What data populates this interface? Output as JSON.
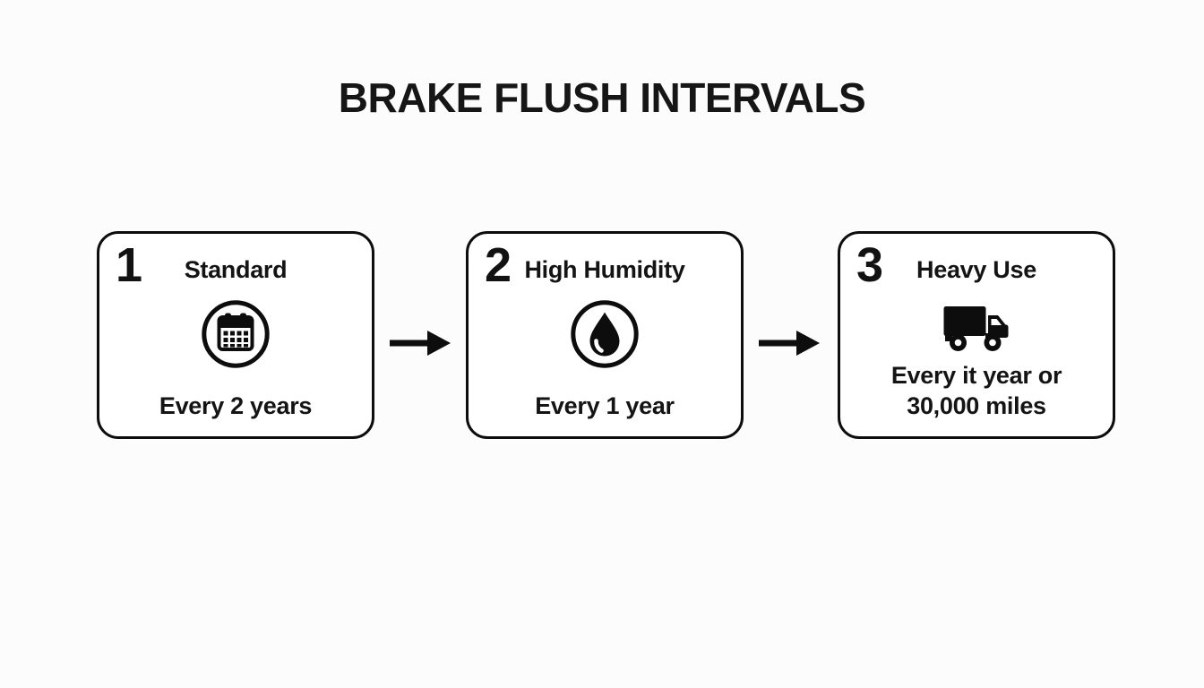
{
  "page": {
    "title": "BRAKE FLUSH INTERVALS",
    "background_color": "#fcfcfd",
    "ink_color": "#0d0d0d",
    "card_fill_color": "#ffffff"
  },
  "steps": [
    {
      "number": "1",
      "title": "Standard",
      "icon": "calendar-icon",
      "interval": "Every 2 years"
    },
    {
      "number": "2",
      "title": "High Humidity",
      "icon": "water-drop-icon",
      "interval": "Every 1 year"
    },
    {
      "number": "3",
      "title": "Heavy Use",
      "icon": "truck-icon",
      "interval": "Every it year or 30,000 miles",
      "interval_lines": [
        "Every it year or",
        "30,000 miles"
      ]
    }
  ],
  "connectors": [
    {
      "icon": "arrow-right-icon",
      "from": "Standard",
      "to": "High Humidity"
    },
    {
      "icon": "arrow-right-icon",
      "from": "High Humidity",
      "to": "Heavy Use"
    }
  ]
}
